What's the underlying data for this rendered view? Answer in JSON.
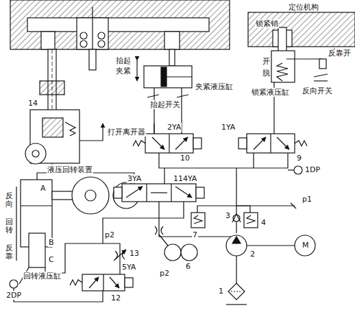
{
  "diagram": {
    "labels": [
      "定位机构",
      "锁紧销",
      "抬起",
      "夹紧",
      "夹紧液压缸",
      "抬起开关",
      "开",
      "脱",
      "锁紧液压缸",
      "反向开关",
      "反靠开",
      "14",
      "打开离开器",
      "液压回转装置",
      "2YA",
      "1YA",
      "10",
      "9",
      "1DP",
      "3YA",
      "11",
      "4YA",
      "A",
      "反向",
      "回转",
      "反靠",
      "B",
      "C",
      "回转液压缸",
      "13",
      "5YA",
      "12",
      "2DP",
      "7",
      "4",
      "3",
      "2",
      "1",
      "6",
      "M",
      "p1",
      "p2",
      "p2"
    ]
  }
}
